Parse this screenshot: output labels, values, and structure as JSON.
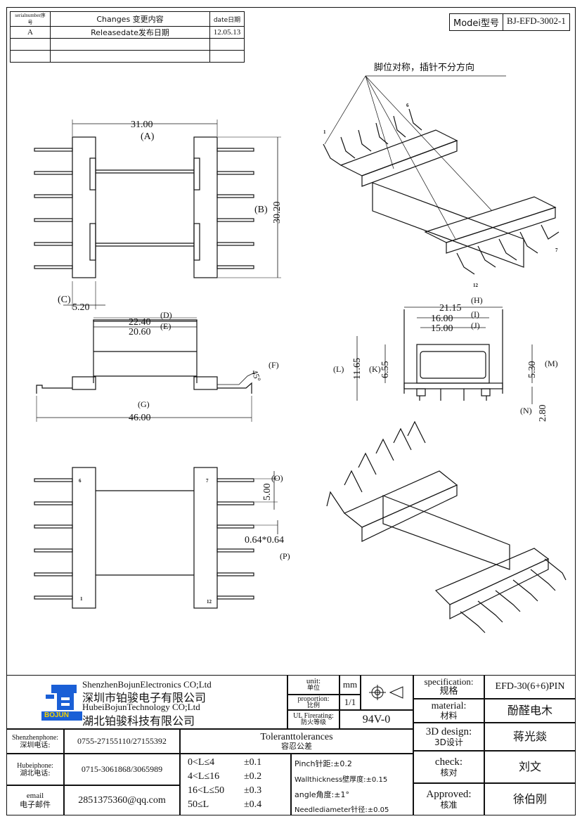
{
  "revision_table": {
    "headers": [
      "serialnumber序号",
      "Changes 变更内容",
      "date日期"
    ],
    "rows": [
      [
        "A",
        "Releasedate发布日期",
        "12.05.13"
      ],
      [
        "",
        "",
        ""
      ],
      [
        "",
        "",
        ""
      ]
    ]
  },
  "model": {
    "label": "Modei型号",
    "value": "BJ-EFD-3002-1"
  },
  "notes": {
    "pin_note": "脚位对称，插针不分方向"
  },
  "dimensions": {
    "d_31": "31.00",
    "a": "(A)",
    "d_30_20": "30.20",
    "b": "(B)",
    "c": "(C)",
    "d_5_20": "5.20",
    "d_22_40": "22.40",
    "d": "(D)",
    "d_20_60": "20.60",
    "e": "(E)",
    "d_45": "45°",
    "f": "(F)",
    "g": "(G)",
    "d_46": "46.00",
    "d_21_15": "21.15",
    "h": "(H)",
    "d_16": "16.00",
    "i": "(I)",
    "d_15": "15.00",
    "j": "(J)",
    "l": "(L)",
    "d_11_65": "11.65",
    "k": "(K)",
    "d_6_55": "6.55",
    "d_5_30": "5.30",
    "m": "(M)",
    "n": "(N)",
    "d_2_80": "2.80",
    "d_5_00": "5.00",
    "o": "(O)",
    "d_0_64": "0.64*0.64",
    "p": "(P)"
  },
  "pins": {
    "p1": "1",
    "p6": "6",
    "p7": "7",
    "p12": "12"
  },
  "title_block": {
    "company_en_1": "ShenzhenBojunElectronics CO;Ltd",
    "company_cn_1": "深圳市铂骏电子有限公司",
    "company_en_2": "HubeiBojunTechnology CO;Ltd",
    "company_cn_2": "湖北铂骏科技有限公司",
    "logo_text": "BOJUN",
    "unit_label": "unit:",
    "unit_label_cn": "单位",
    "unit_value": "mm",
    "proportion_label": "proportion:",
    "proportion_label_cn": "比例",
    "proportion_value": "1/1",
    "fire_label": "UL Firerating:",
    "fire_label_cn": "防火等级",
    "fire_value": "94V-0",
    "spec_label": "specification:",
    "spec_label_cn": "规格",
    "spec_value": "EFD-30(6+6)PIN",
    "material_label": "material:",
    "material_label_cn": "材料",
    "material_value": "酚醛电木",
    "design_label": "3D design:",
    "design_label_cn": "3D设计",
    "design_value": "蒋光燚",
    "check_label": "check:",
    "check_label_cn": "核对",
    "check_value": "刘文",
    "approved_label": "Approved:",
    "approved_label_cn": "核准",
    "approved_value": "徐伯刚",
    "sz_phone_label": "Shenzhenphone:",
    "sz_phone_label_cn": "深圳电话:",
    "sz_phone": "0755-27155110/27155392",
    "hb_phone_label": "Hubeiphone:",
    "hb_phone_label_cn": "湖北电话:",
    "hb_phone": "0715-3061868/3065989",
    "email_label": "email",
    "email_label_cn": "电子邮件",
    "email": "2851375360@qq.com",
    "tol_title": "Toleranttolerances",
    "tol_title_cn": "容忍公差",
    "tolerances": [
      {
        "range": "0<L≤4",
        "tol": "±0.1"
      },
      {
        "range": "4<L≤16",
        "tol": "±0.2"
      },
      {
        "range": "16<L≤50",
        "tol": "±0.3"
      },
      {
        "range": "50≤L",
        "tol": "±0.4"
      }
    ],
    "pinch": "Pinch针距:±0.2",
    "wall": "Wallthickness壁厚度:±0.15",
    "angle": "angle角度:±1°",
    "needle": "Needlediameter针径:±0.05"
  }
}
